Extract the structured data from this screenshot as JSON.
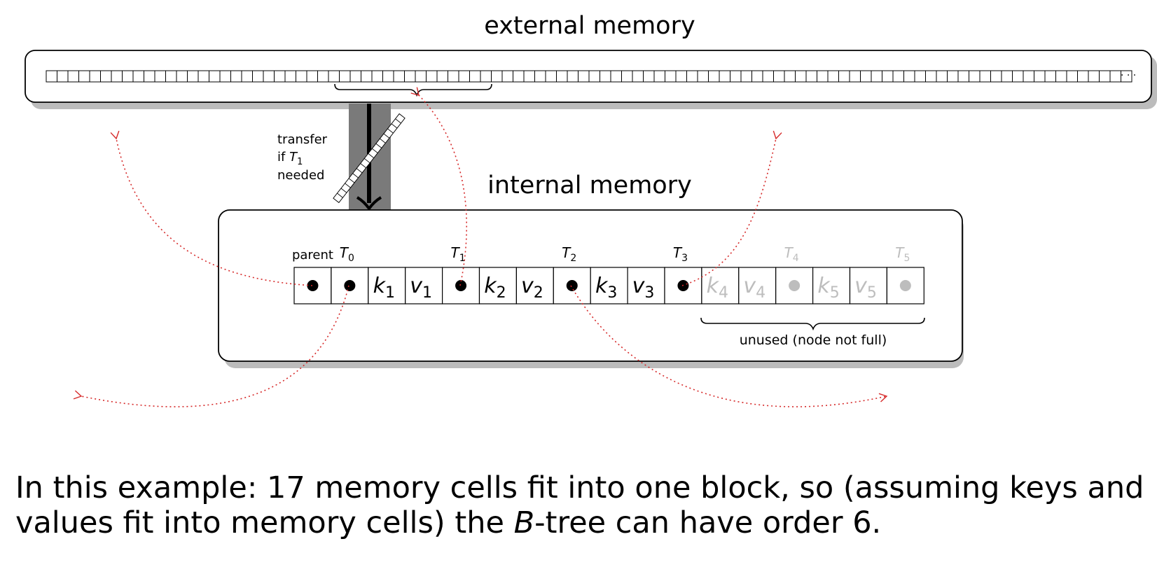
{
  "external": {
    "title": "external memory",
    "ellipsis": "· · ·"
  },
  "internal": {
    "title": "internal memory"
  },
  "transfer": {
    "line1": "transfer",
    "line2_prefix": "if ",
    "line2_var": "T",
    "line2_sub": "1",
    "line3": "needed"
  },
  "node": {
    "parent_label": "parent",
    "cells": [
      {
        "kind": "pointer",
        "label": "parent",
        "var": "",
        "sub": "",
        "used": true
      },
      {
        "kind": "pointer",
        "label": "",
        "var": "T",
        "sub": "0",
        "used": true
      },
      {
        "kind": "key",
        "label": "",
        "var": "k",
        "sub": "1",
        "used": true
      },
      {
        "kind": "value",
        "label": "",
        "var": "v",
        "sub": "1",
        "used": true
      },
      {
        "kind": "pointer",
        "label": "",
        "var": "T",
        "sub": "1",
        "used": true
      },
      {
        "kind": "key",
        "label": "",
        "var": "k",
        "sub": "2",
        "used": true
      },
      {
        "kind": "value",
        "label": "",
        "var": "v",
        "sub": "2",
        "used": true
      },
      {
        "kind": "pointer",
        "label": "",
        "var": "T",
        "sub": "2",
        "used": true
      },
      {
        "kind": "key",
        "label": "",
        "var": "k",
        "sub": "3",
        "used": true
      },
      {
        "kind": "value",
        "label": "",
        "var": "v",
        "sub": "3",
        "used": true
      },
      {
        "kind": "pointer",
        "label": "",
        "var": "T",
        "sub": "3",
        "used": true
      },
      {
        "kind": "key",
        "label": "",
        "var": "k",
        "sub": "4",
        "used": false
      },
      {
        "kind": "value",
        "label": "",
        "var": "v",
        "sub": "4",
        "used": false
      },
      {
        "kind": "pointer",
        "label": "",
        "var": "T",
        "sub": "4",
        "used": false
      },
      {
        "kind": "key",
        "label": "",
        "var": "k",
        "sub": "5",
        "used": false
      },
      {
        "kind": "value",
        "label": "",
        "var": "v",
        "sub": "5",
        "used": false
      },
      {
        "kind": "pointer",
        "label": "",
        "var": "T",
        "sub": "5",
        "used": false
      }
    ],
    "unused_label": "unused (node not full)"
  },
  "caption": {
    "part1": "In this example: 17 memory cells fit into one block, so (assuming keys and values fit into memory cells) the ",
    "var": "B",
    "part2": "-tree can have order 6."
  },
  "colors": {
    "arrow_red": "#d62a2a",
    "unused_gray": "#bdbdbd",
    "bus_gray": "#7a7a7a",
    "shadow_gray": "#bcbcbc"
  }
}
